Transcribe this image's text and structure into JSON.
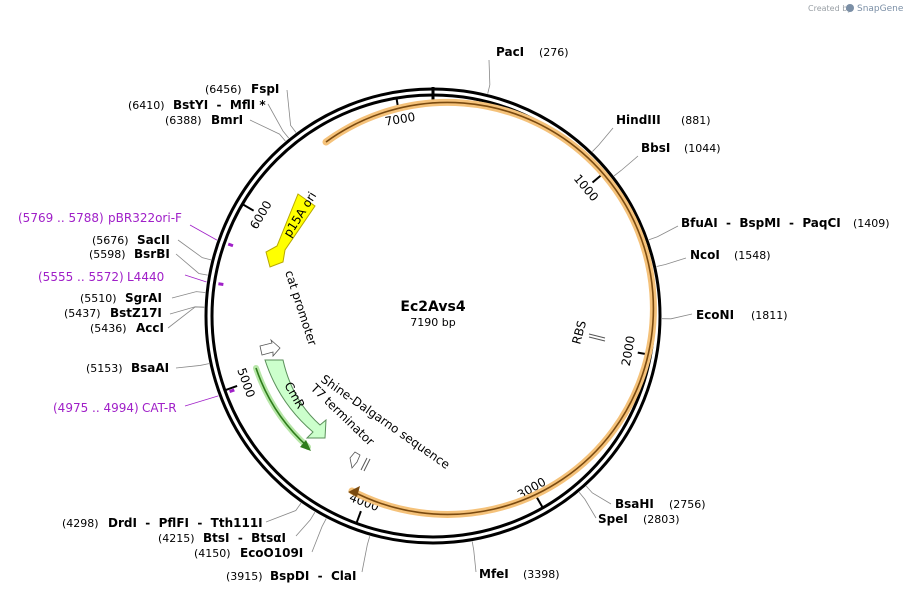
{
  "credit": {
    "prefix": "Created by",
    "brand": "SnapGene"
  },
  "plasmid": {
    "name": "Ec2Avs4",
    "size_label": "7190 bp",
    "length": 7190
  },
  "ticks": [
    1000,
    2000,
    3000,
    4000,
    5000,
    6000,
    7000
  ],
  "sites": [
    {
      "name": "PacI",
      "pos": "(276)",
      "bp": 276
    },
    {
      "name": "HindIII",
      "pos": "(881)",
      "bp": 881
    },
    {
      "name": "BbsI",
      "pos": "(1044)",
      "bp": 1044
    },
    {
      "name": "BfuAI  -  BspMI  -  PaqCI",
      "pos": "(1409)",
      "bp": 1409
    },
    {
      "name": "NcoI",
      "pos": "(1548)",
      "bp": 1548
    },
    {
      "name": "EcoNI",
      "pos": "(1811)",
      "bp": 1811
    },
    {
      "name": "BsaHI",
      "pos": "(2756)",
      "bp": 2756
    },
    {
      "name": "SpeI",
      "pos": "(2803)",
      "bp": 2803
    },
    {
      "name": "MfeI",
      "pos": "(3398)",
      "bp": 3398
    },
    {
      "name": "BspDI  -  ClaI",
      "pos": "(3915)",
      "bp": 3915
    },
    {
      "name": "EcoO109I",
      "pos": "(4150)",
      "bp": 4150
    },
    {
      "name": "BtsI  -  BtsαI",
      "pos": "(4215)",
      "bp": 4215
    },
    {
      "name": "DrdI  -  PflFI  -  Tth111I",
      "pos": "(4298)",
      "bp": 4298
    },
    {
      "name": "BsaAI",
      "pos": "(5153)",
      "bp": 5153
    },
    {
      "name": "AccI",
      "pos": "(5436)",
      "bp": 5436
    },
    {
      "name": "BstZ17I",
      "pos": "(5437)",
      "bp": 5437
    },
    {
      "name": "SgrAI",
      "pos": "(5510)",
      "bp": 5510
    },
    {
      "name": "BsrBI",
      "pos": "(5598)",
      "bp": 5598
    },
    {
      "name": "SacII",
      "pos": "(5676)",
      "bp": 5676
    },
    {
      "name": "BmrI",
      "pos": "(6388)",
      "bp": 6388
    },
    {
      "name": "BstYI  -  MflI *",
      "pos": "(6410)",
      "bp": 6410
    },
    {
      "name": "FspI",
      "pos": "(6456)",
      "bp": 6456
    }
  ],
  "primers": [
    {
      "range": "(5769 .. 5788)",
      "name": "pBR322ori-F",
      "bp": 5779
    },
    {
      "range": "(5555 .. 5572)",
      "name": "L4440",
      "bp": 5563
    },
    {
      "range": "(4975 .. 4994)",
      "name": "CAT-R",
      "bp": 4985
    }
  ],
  "features": [
    {
      "name": "p15A ori",
      "color": "#ffff00",
      "stroke": "#b8a800"
    },
    {
      "name": "CmR",
      "color": "#ccffcc",
      "stroke": "#5a8f5a"
    },
    {
      "name": "cat promoter",
      "color": "#ffffff"
    },
    {
      "name": "Shine-Dalgarno sequence",
      "color": "#ffffff"
    },
    {
      "name": "T7 terminator",
      "color": "#ffffff"
    },
    {
      "name": "RBS",
      "color": "#ffffff"
    }
  ],
  "colors": {
    "backbone": "#000000",
    "orf_orange": "#f5c27a",
    "orf_green": "#2e7d1b",
    "primer": "#a020c8"
  }
}
